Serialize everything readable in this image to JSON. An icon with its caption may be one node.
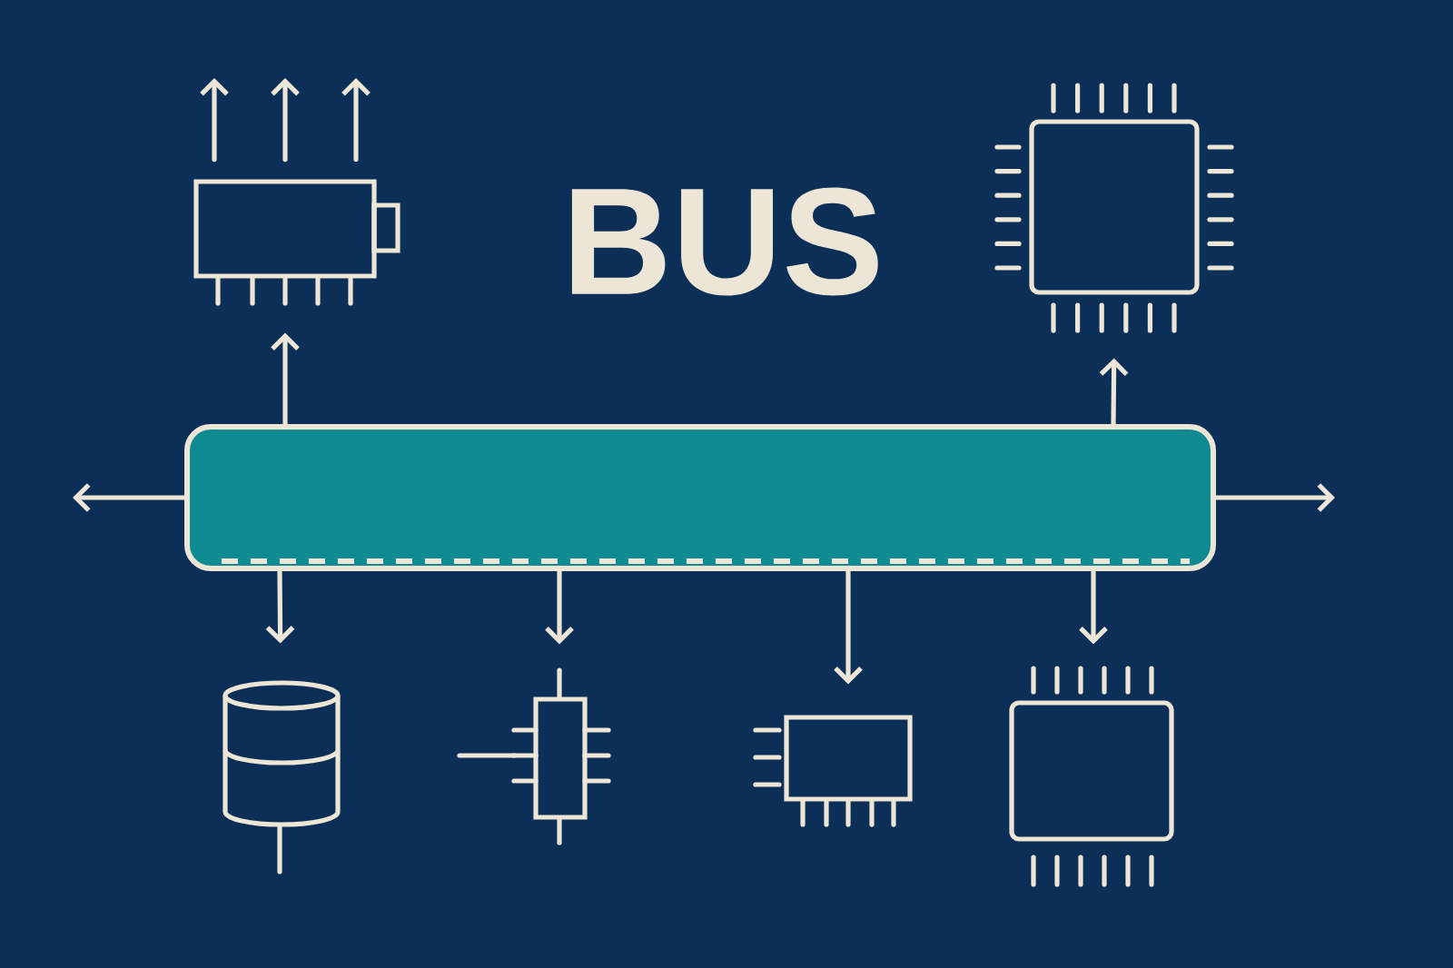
{
  "diagram": {
    "title": "BUS",
    "nodes": [
      {
        "text": [],
        "shape": "bar"
      },
      {
        "text": [],
        "shape": "box"
      },
      {
        "text": [],
        "shape": "picture"
      },
      {
        "text": [],
        "shape": "cylinder"
      },
      {
        "text": [],
        "shape": "picture"
      },
      {
        "text": [],
        "shape": "box"
      },
      {
        "text": [],
        "shape": "box"
      }
    ],
    "edges": [
      {
        "from": 0,
        "to": 1,
        "arrow": "to"
      },
      {
        "from": 0,
        "to": 2,
        "arrow": "to"
      },
      {
        "from": 0,
        "to": 3,
        "arrow": "to"
      },
      {
        "from": 0,
        "to": 4,
        "arrow": "to"
      },
      {
        "from": 0,
        "to": 5,
        "arrow": "to"
      },
      {
        "from": 0,
        "to": 6,
        "arrow": "to"
      },
      {
        "from": 0,
        "to": null,
        "arrow": "to"
      },
      {
        "from": 0,
        "to": null,
        "arrow": "to"
      },
      {
        "from": 1,
        "to": null,
        "arrow": "to"
      },
      {
        "from": 1,
        "to": null,
        "arrow": "to"
      },
      {
        "from": 1,
        "to": null,
        "arrow": "to"
      }
    ]
  }
}
